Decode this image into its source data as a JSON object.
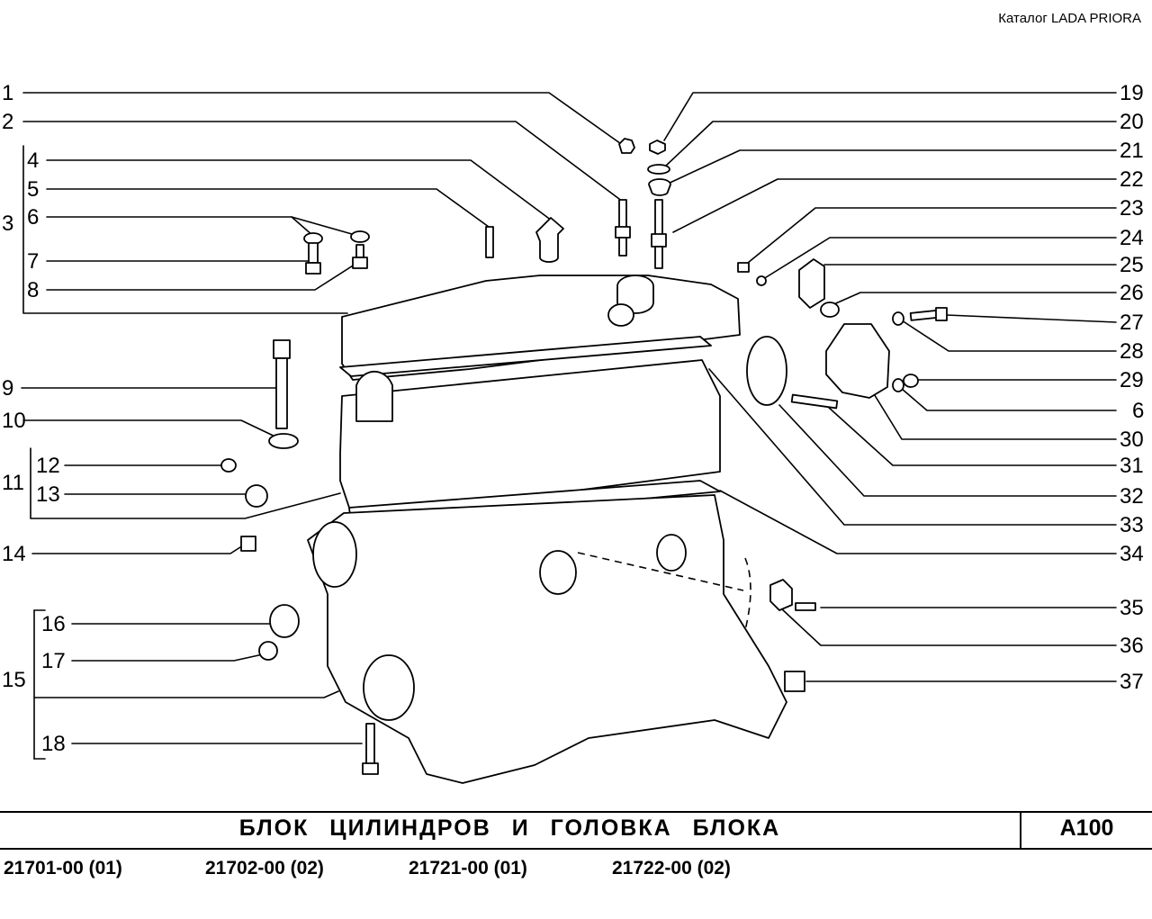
{
  "header": {
    "catalog": "Каталог  LADA  PRIORA"
  },
  "callouts": {
    "left": [
      "1",
      "2",
      "3",
      "4",
      "5",
      "6",
      "7",
      "8",
      "9",
      "10",
      "11",
      "12",
      "13",
      "14",
      "15",
      "16",
      "17",
      "18"
    ],
    "right": [
      "19",
      "20",
      "21",
      "22",
      "23",
      "24",
      "25",
      "26",
      "27",
      "28",
      "29",
      "6",
      "30",
      "31",
      "32",
      "33",
      "34",
      "35",
      "36",
      "37"
    ]
  },
  "footer": {
    "title": "БЛОК   ЦИЛИНДРОВ   И   ГОЛОВКА   БЛОКА",
    "code": "A100",
    "models": [
      "21701-00 (01)",
      "21702-00 (02)",
      "21721-00 (01)",
      "21722-00 (02)"
    ]
  }
}
